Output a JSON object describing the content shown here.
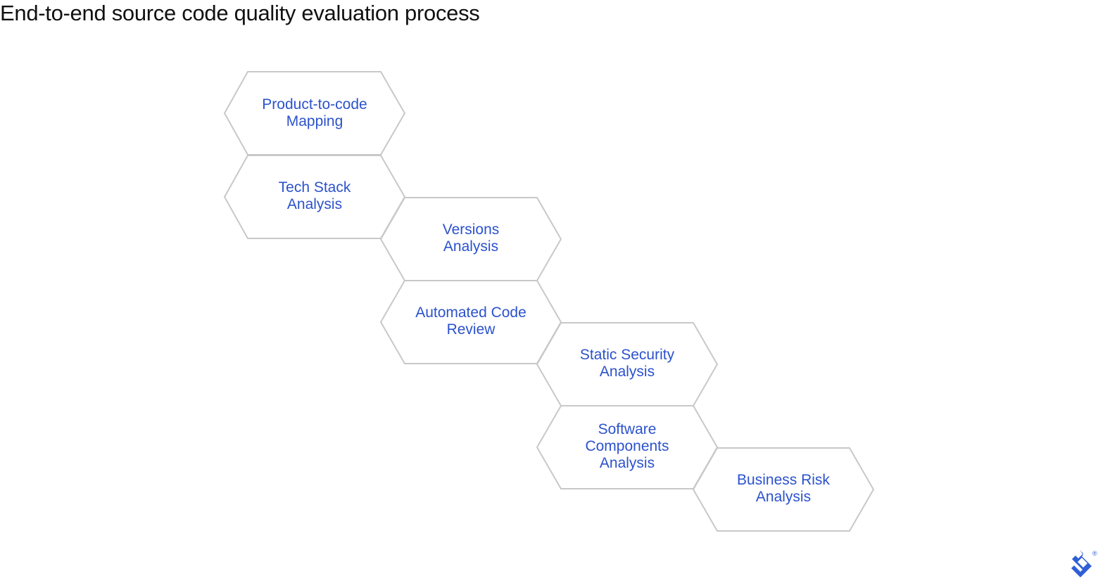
{
  "title": "End-to-end source code quality evaluation process",
  "colors": {
    "hex_stroke": "#c8c8c8",
    "label": "#2b52cc",
    "title": "#111111",
    "logo": "#2f5ed6"
  },
  "steps": [
    {
      "line1": "Product-to-code",
      "line2": "Mapping",
      "line3": ""
    },
    {
      "line1": "Tech Stack",
      "line2": "Analysis",
      "line3": ""
    },
    {
      "line1": "Versions",
      "line2": "Analysis",
      "line3": ""
    },
    {
      "line1": "Automated Code",
      "line2": "Review",
      "line3": ""
    },
    {
      "line1": "Static Security",
      "line2": "Analysis",
      "line3": ""
    },
    {
      "line1": "Software",
      "line2": "Components",
      "line3": "Analysis"
    },
    {
      "line1": "Business Risk",
      "line2": "Analysis",
      "line3": ""
    }
  ],
  "logo": {
    "name": "toptal-logo",
    "registered": "®"
  }
}
